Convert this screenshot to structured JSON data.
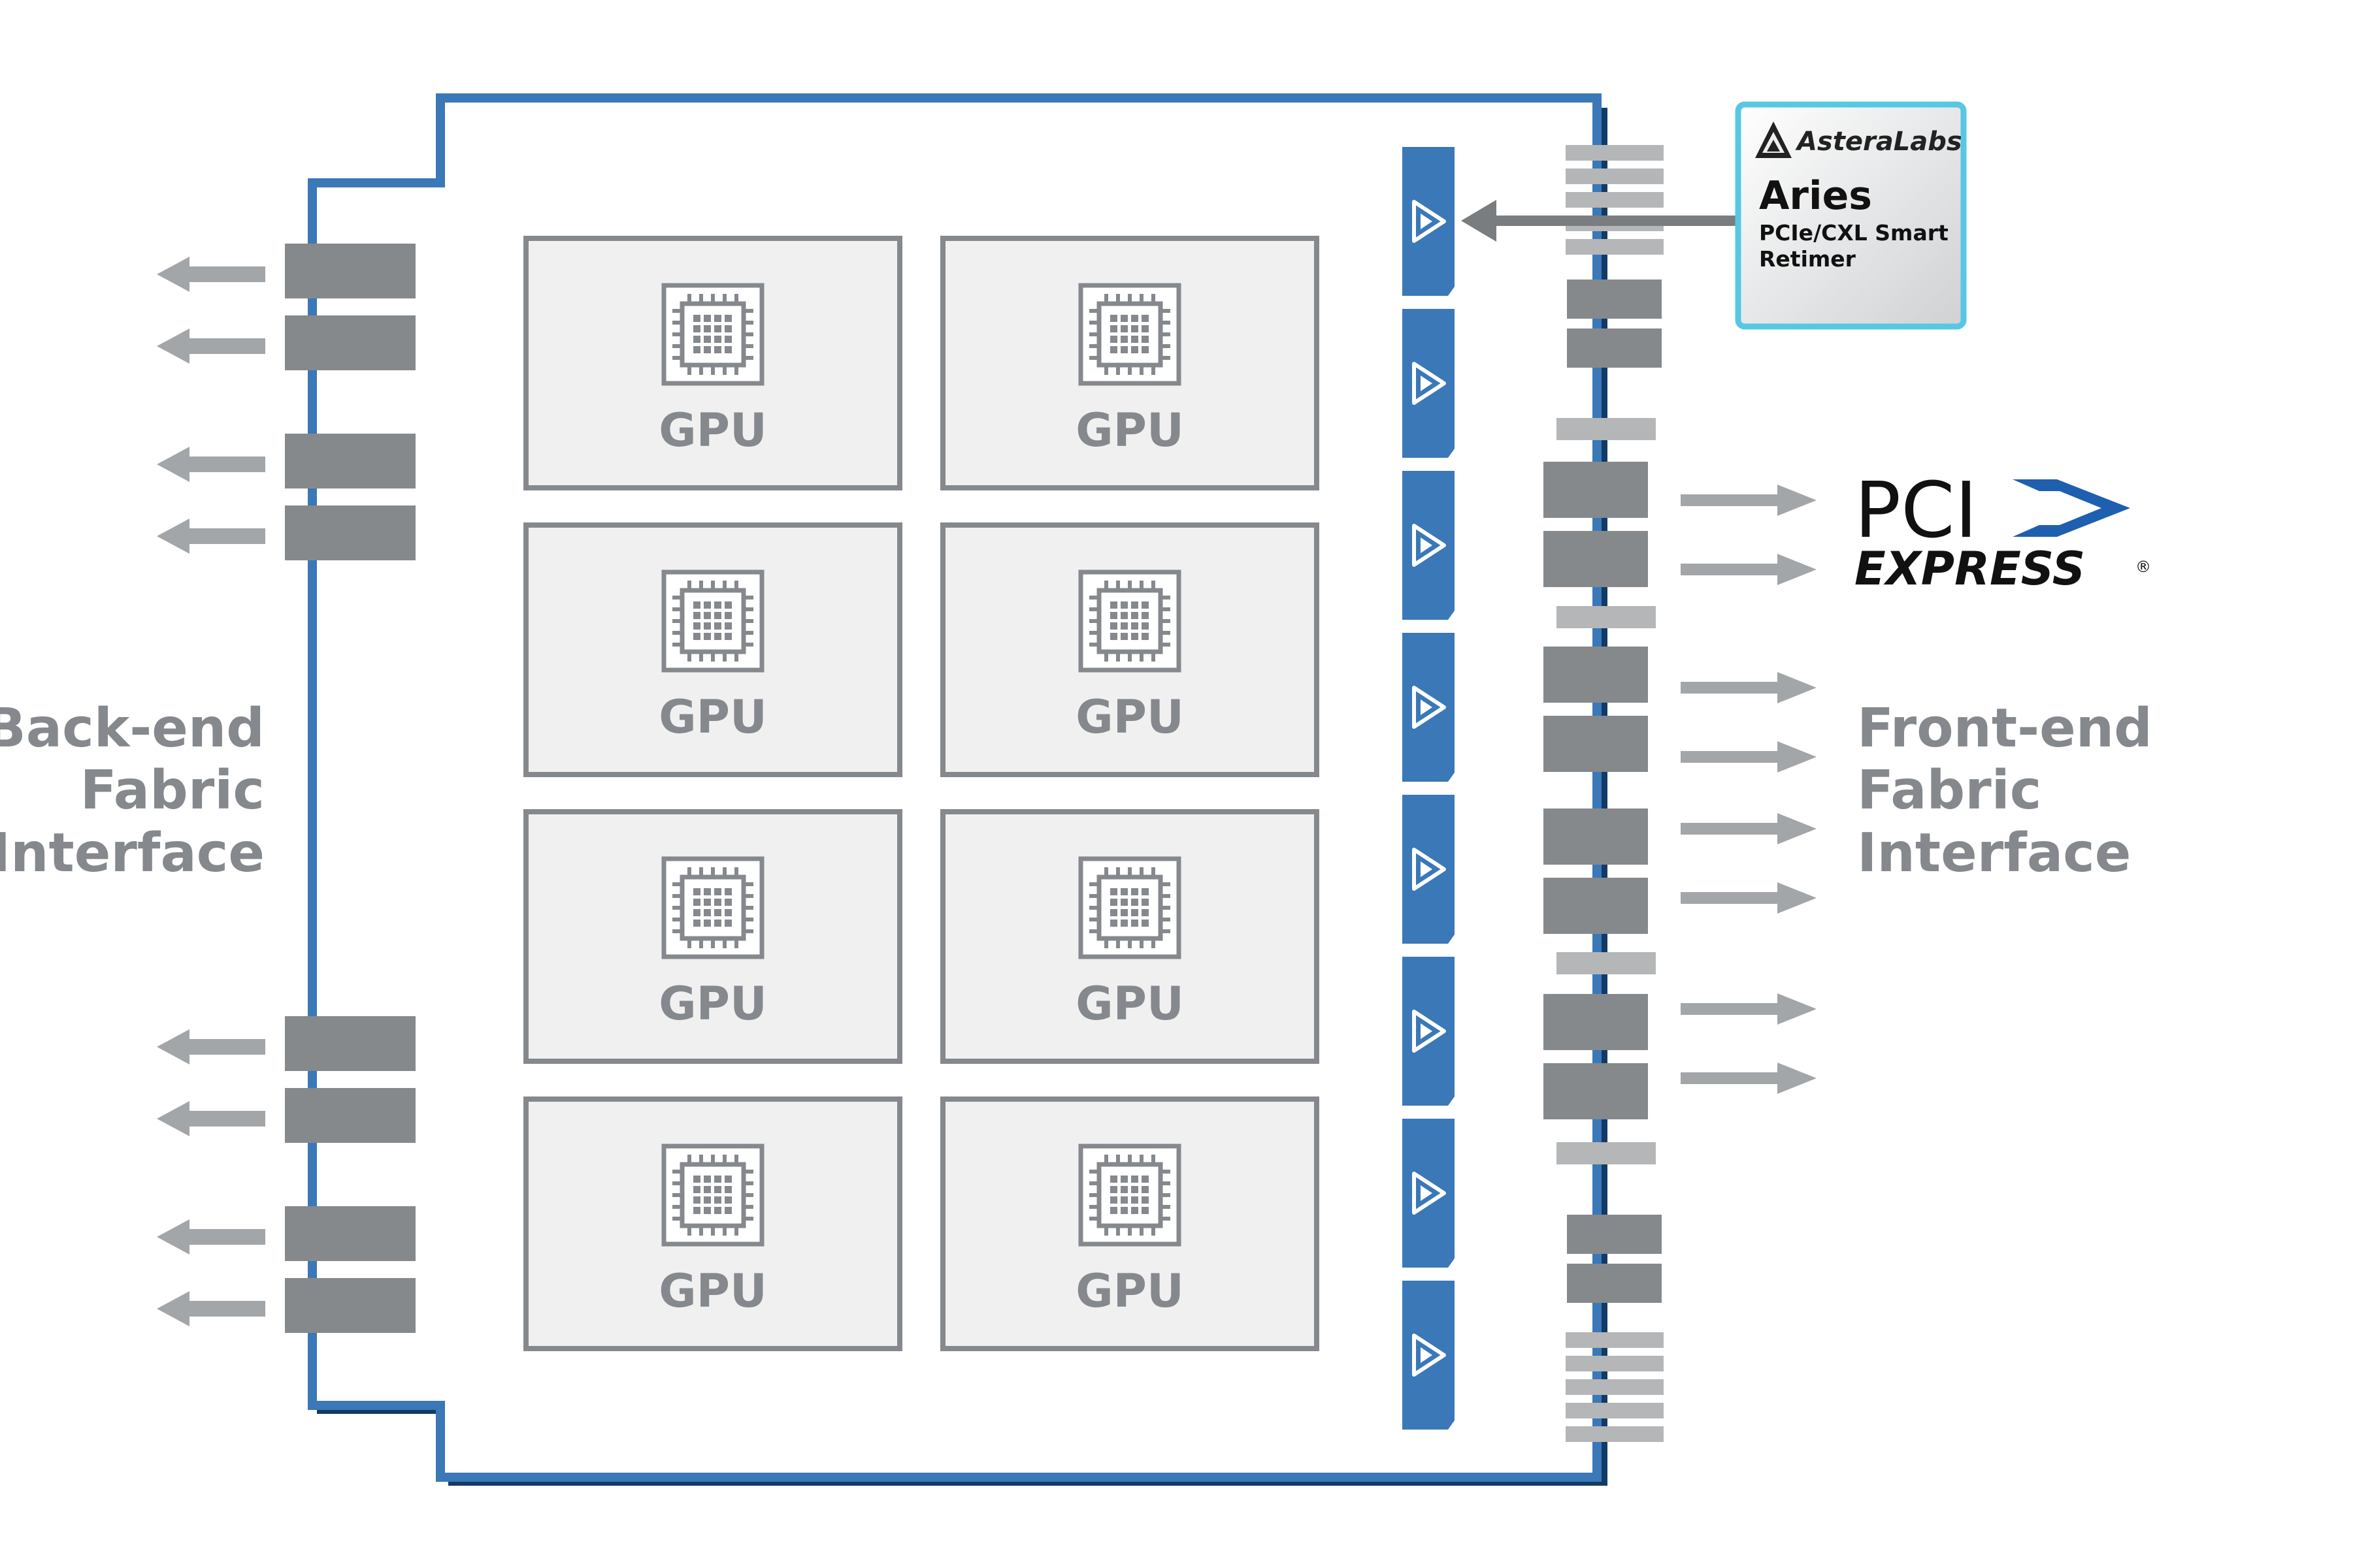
{
  "gpus": [
    {
      "label": "GPU"
    },
    {
      "label": "GPU"
    },
    {
      "label": "GPU"
    },
    {
      "label": "GPU"
    },
    {
      "label": "GPU"
    },
    {
      "label": "GPU"
    },
    {
      "label": "GPU"
    },
    {
      "label": "GPU"
    }
  ],
  "back_end_label": {
    "line1": "Back-end",
    "line2": "Fabric",
    "line3": "Interface"
  },
  "front_end_label": {
    "line1": "Front-end",
    "line2": "Fabric",
    "line3": "Interface"
  },
  "retimer_card": {
    "brand": "AsteraLabs",
    "product": "Aries",
    "line1": "PCIe/CXL Smart",
    "line2": "Retimer"
  },
  "pcie_logo": {
    "top": "PCI",
    "bottom": "EXPRESS",
    "mark": "®"
  },
  "retimer_count": 8,
  "colors": {
    "board_outline": "#3a78b8",
    "board_shadow": "#123a66",
    "retimer_blue": "#3a78b8",
    "connector_dark": "#85898c",
    "connector_light": "#b4b6b8",
    "arrow": "#a3a6a9",
    "label_gray": "#85898d",
    "card_border": "#56c8e3",
    "pcie_blue": "#1f5fb0"
  },
  "icons": [
    "gpu-chip-icon",
    "aries-retimer-icon",
    "arrow-icon",
    "asteralabs-logo-icon",
    "pcie-chevron-icon"
  ]
}
